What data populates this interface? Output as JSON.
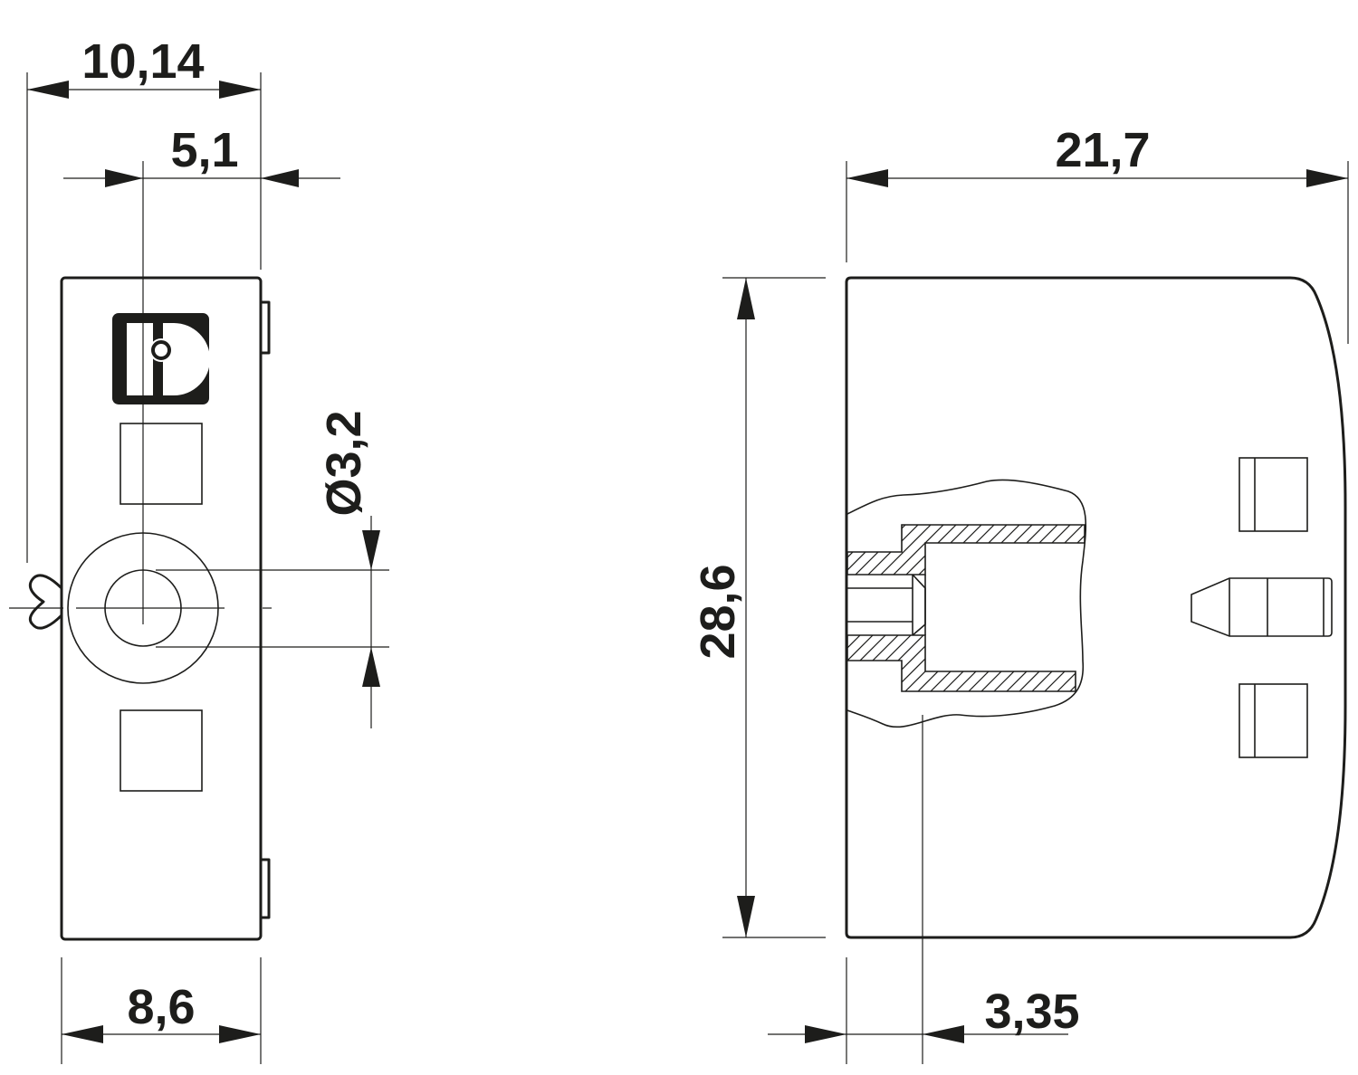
{
  "dimensions": {
    "width_total": "10,14",
    "offset_center": "5,1",
    "hole_diameter": "Ø3,2",
    "width_body": "8,6",
    "height": "28,6",
    "length": "21,7",
    "hole_depth": "3,35"
  },
  "colors": {
    "ink": "#1d1d1b",
    "paper": "#ffffff"
  },
  "icons": {
    "logo": "phoenix-contact-logo-icon"
  }
}
